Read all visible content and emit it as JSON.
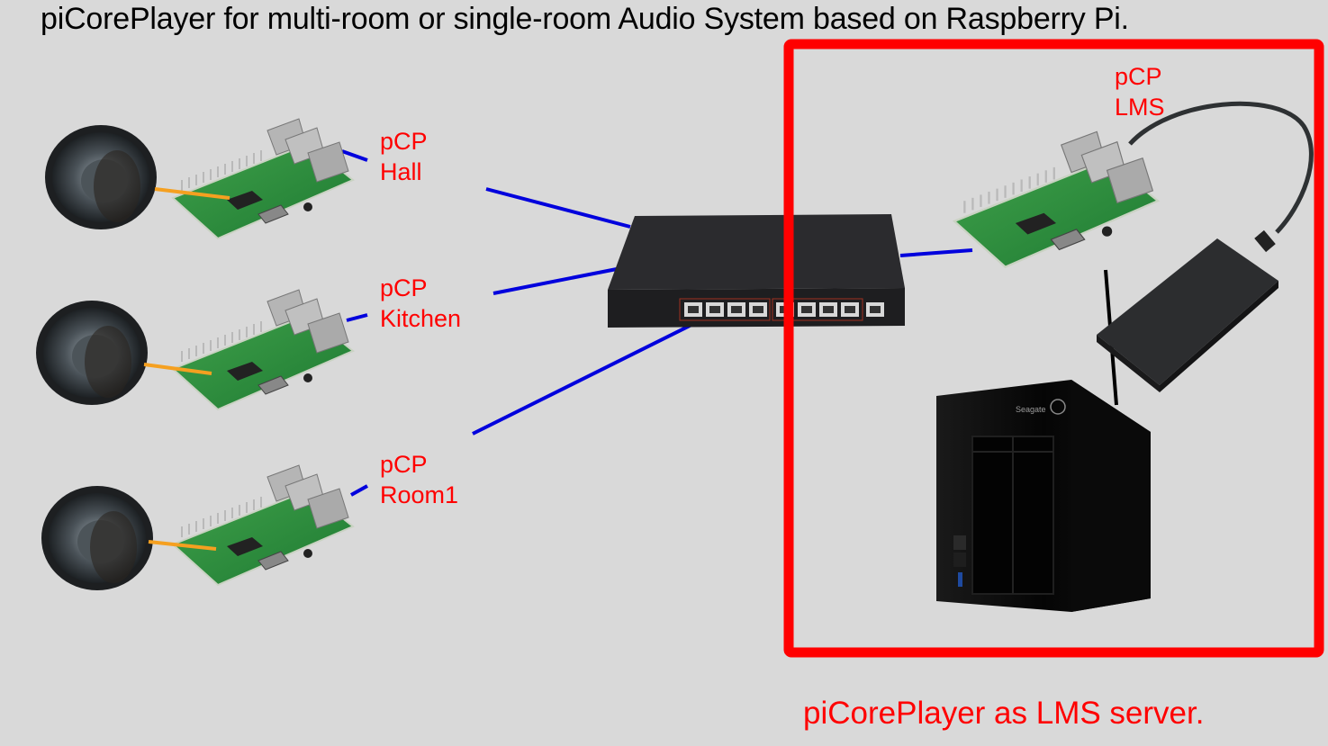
{
  "title": "piCorePlayer for multi-room or single-room Audio System based on Raspberry Pi.",
  "caption": "piCorePlayer as LMS server.",
  "colors": {
    "background": "#d9d9d9",
    "label": "#ff0000",
    "highlight_box": "#ff0000",
    "network_cable": "#0000dd",
    "audio_cable": "#f5a020"
  },
  "players": [
    {
      "line1": "pCP",
      "line2": "Hall",
      "icon": "speaker-icon"
    },
    {
      "line1": "pCP",
      "line2": "Kitchen",
      "icon": "speaker-icon"
    },
    {
      "line1": "pCP",
      "line2": "Room1",
      "icon": "speaker-icon"
    }
  ],
  "server": {
    "line1": "pCP",
    "line2": "LMS"
  },
  "devices": {
    "switch": "network-switch-icon",
    "server_board": "raspberry-pi-icon",
    "usb_drive": "external-hdd-icon",
    "nas": "nas-icon",
    "nas_brand": "Seagate"
  }
}
